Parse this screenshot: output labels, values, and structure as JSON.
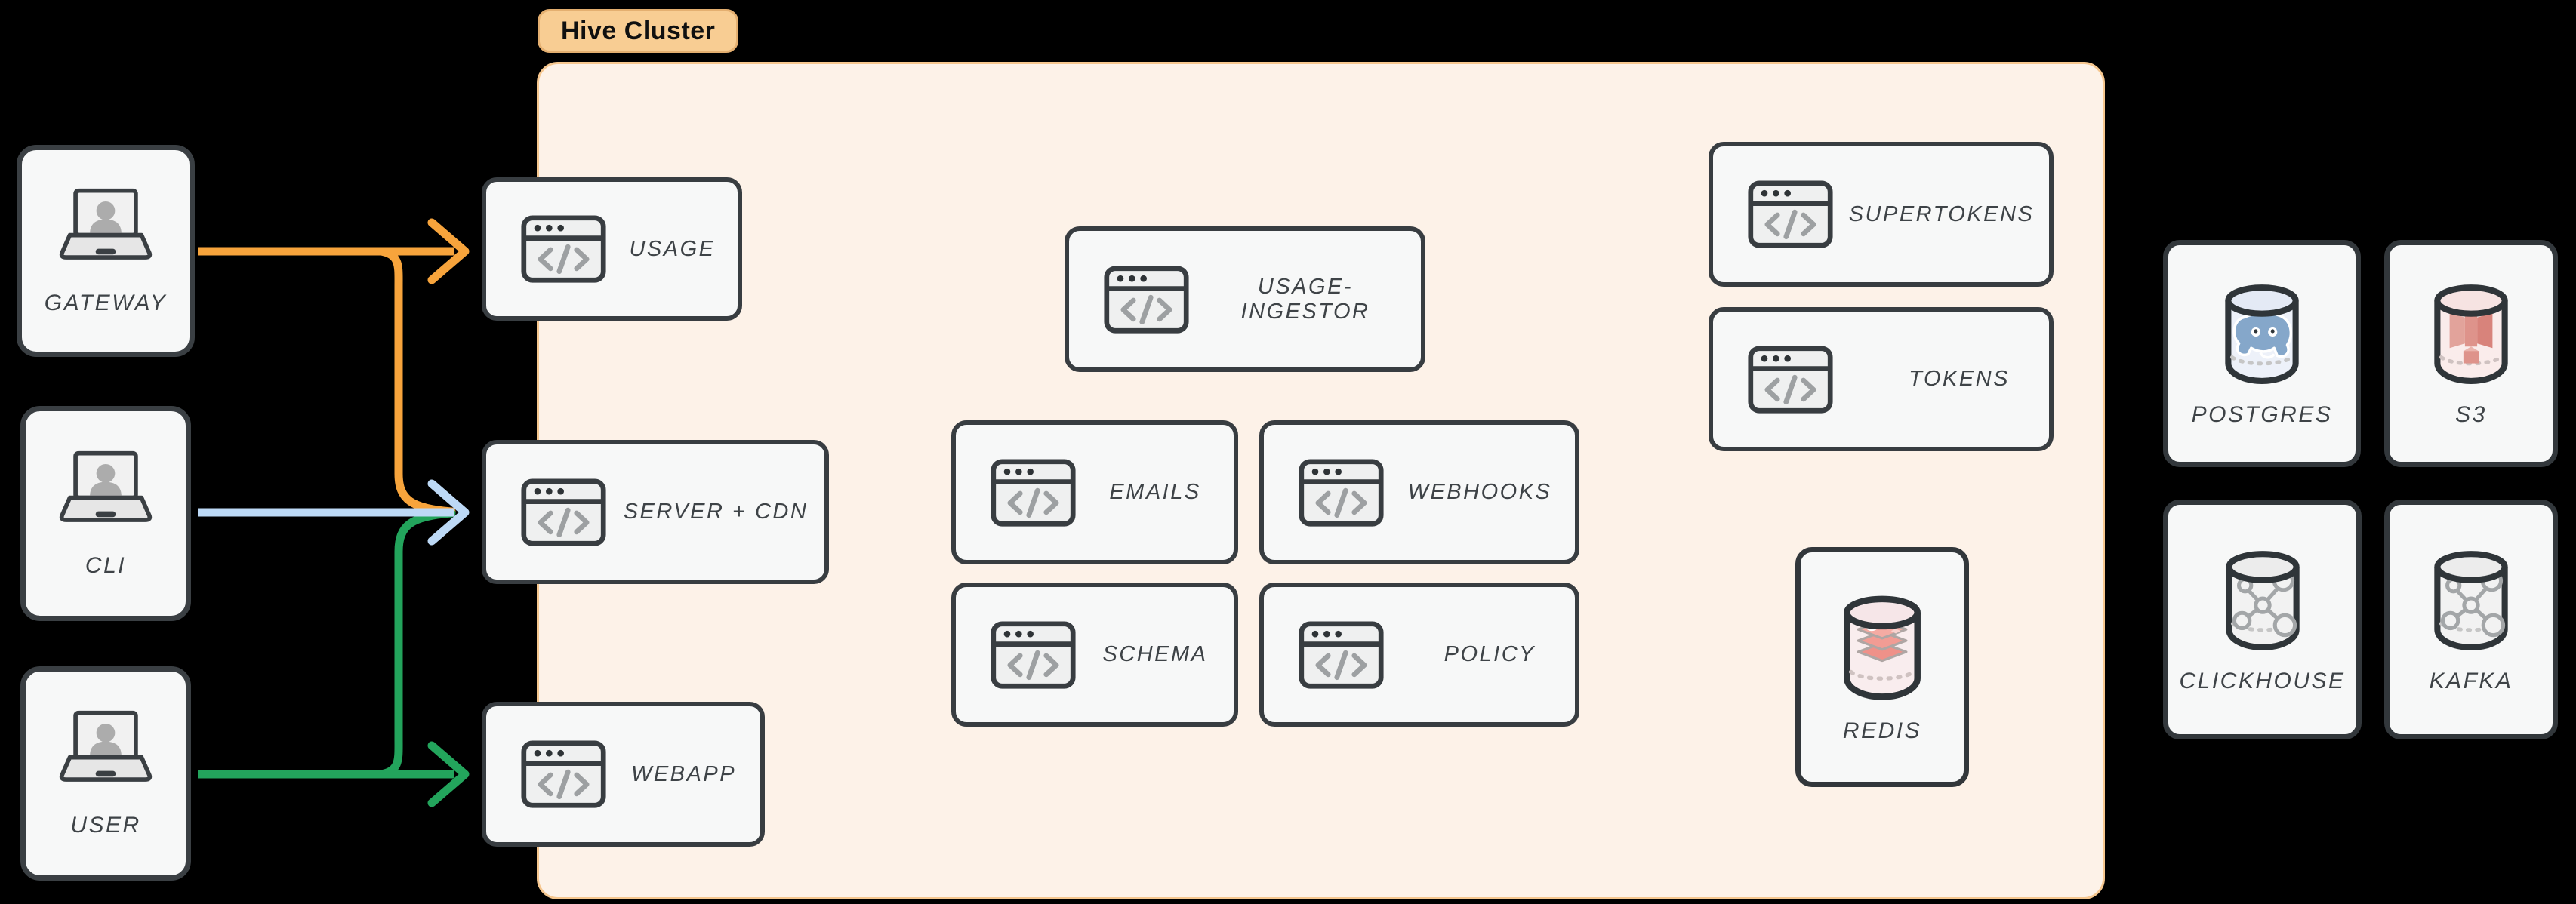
{
  "cluster_badge": {
    "label": "Hive Cluster",
    "bg_color": "#F8CD93"
  },
  "nodes": {
    "gateway": {
      "label": "GATEWAY",
      "icon": "laptop-user-icon"
    },
    "cli": {
      "label": "CLI",
      "icon": "laptop-user-icon"
    },
    "user": {
      "label": "USER",
      "icon": "laptop-user-icon"
    },
    "usage": {
      "label": "USAGE",
      "icon": "code-window-icon"
    },
    "server_cdn": {
      "label": "SERVER + CDN",
      "icon": "code-window-icon"
    },
    "webapp": {
      "label": "WEBAPP",
      "icon": "code-window-icon"
    },
    "usage_ingestor": {
      "label": "USAGE-INGESTOR",
      "icon": "code-window-icon"
    },
    "emails": {
      "label": "EMAILS",
      "icon": "code-window-icon"
    },
    "webhooks": {
      "label": "WEBHOOKS",
      "icon": "code-window-icon"
    },
    "schema": {
      "label": "SCHEMA",
      "icon": "code-window-icon"
    },
    "policy": {
      "label": "POLICY",
      "icon": "code-window-icon"
    },
    "supertokens": {
      "label": "SUPERTOKENS",
      "icon": "code-window-icon"
    },
    "tokens": {
      "label": "TOKENS",
      "icon": "code-window-icon"
    },
    "redis": {
      "label": "REDIS",
      "icon": "redis-database-icon"
    },
    "postgres": {
      "label": "POSTGRES",
      "icon": "postgres-database-icon"
    },
    "s3": {
      "label": "S3",
      "icon": "s3-database-icon"
    },
    "clickhouse": {
      "label": "CLICKHOUSE",
      "icon": "clickhouse-database-icon"
    },
    "kafka": {
      "label": "KAFKA",
      "icon": "kafka-database-icon"
    }
  },
  "connections": [
    {
      "from": "GATEWAY",
      "to": "USAGE",
      "color": "#F7A43C"
    },
    {
      "from": "GATEWAY",
      "to": "SERVER + CDN",
      "color": "#F7A43C"
    },
    {
      "from": "CLI",
      "to": "SERVER + CDN",
      "color": "#BDD9F6"
    },
    {
      "from": "USER",
      "to": "SERVER + CDN",
      "color": "#23A45C"
    },
    {
      "from": "USER",
      "to": "WEBAPP",
      "color": "#23A45C"
    }
  ],
  "colors": {
    "background": "#000000",
    "node_bg": "#F7F8F8",
    "node_border": "#383D41",
    "cluster_bg": "#FDF2E8",
    "cluster_border": "#F6C78F",
    "label_text": "#3E4347",
    "arrow_orange": "#F7A43C",
    "arrow_blue": "#BDD9F6",
    "arrow_green": "#23A45C"
  }
}
